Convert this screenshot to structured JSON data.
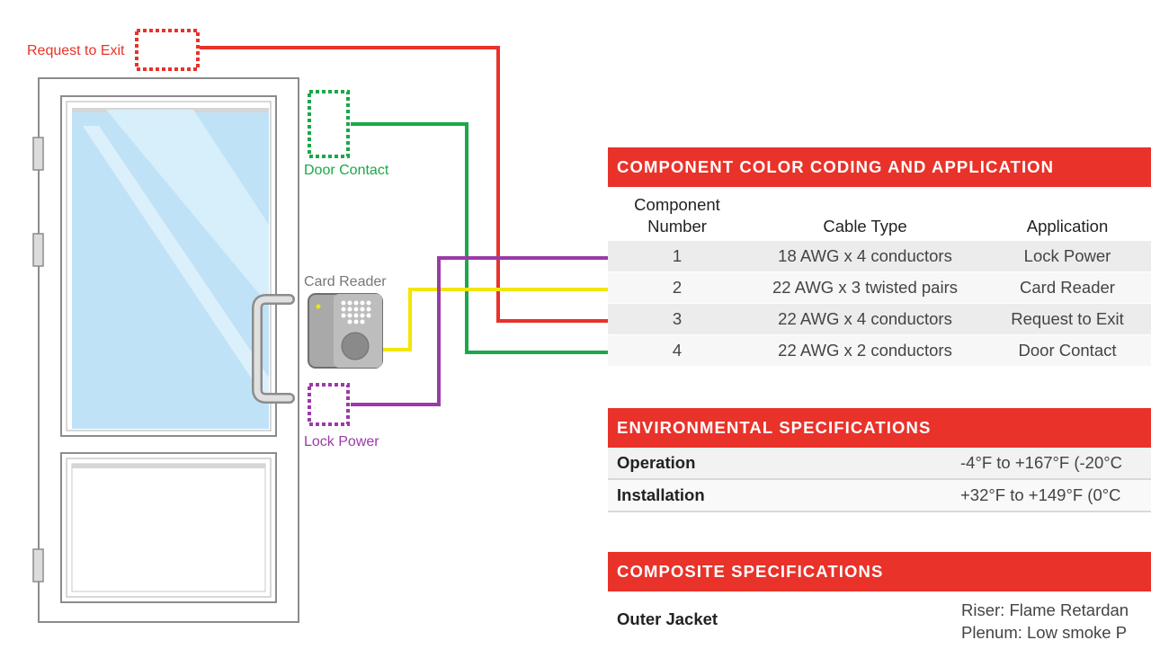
{
  "colors": {
    "accent_red": "#e8322a",
    "green": "#1aa84a",
    "purple": "#9b3aa8",
    "yellow": "#f2e600",
    "door_outline": "#8c8c8c",
    "glass": "#bfe2f7",
    "reader_body": "#a9a9a9"
  },
  "door": {
    "labels": {
      "request_to_exit": "Request to Exit",
      "door_contact": "Door Contact",
      "card_reader": "Card Reader",
      "lock_power": "Lock Power"
    },
    "icons": [
      "request-to-exit-sensor-icon",
      "door-contact-sensor-icon",
      "card-reader-icon",
      "lock-power-box-icon",
      "door-handle-icon"
    ]
  },
  "component_table": {
    "title": "COMPONENT COLOR CODING AND APPLICATION",
    "headers": {
      "number_line1": "Component",
      "number_line2": "Number",
      "cable_type": "Cable Type",
      "application": "Application"
    },
    "rows": [
      {
        "number": "1",
        "cable_type": "18 AWG x 4 conductors",
        "application": "Lock Power",
        "wire_color": "#9b3aa8"
      },
      {
        "number": "2",
        "cable_type": "22 AWG x 3 twisted pairs",
        "application": "Card Reader",
        "wire_color": "#f2e600"
      },
      {
        "number": "3",
        "cable_type": "22 AWG x 4 conductors",
        "application": "Request to Exit",
        "wire_color": "#e8322a"
      },
      {
        "number": "4",
        "cable_type": "22 AWG x 2 conductors",
        "application": "Door Contact",
        "wire_color": "#1aa84a"
      }
    ]
  },
  "environmental": {
    "title": "ENVIRONMENTAL SPECIFICATIONS",
    "rows": [
      {
        "label": "Operation",
        "value": "-4°F to +167°F (-20°C"
      },
      {
        "label": "Installation",
        "value": "+32°F to +149°F (0°C"
      }
    ]
  },
  "composite": {
    "title": "COMPOSITE SPECIFICATIONS",
    "outer_jacket_label": "Outer Jacket",
    "outer_jacket_line1": "Riser: Flame Retardan",
    "outer_jacket_line2": "Plenum: Low smoke P"
  }
}
